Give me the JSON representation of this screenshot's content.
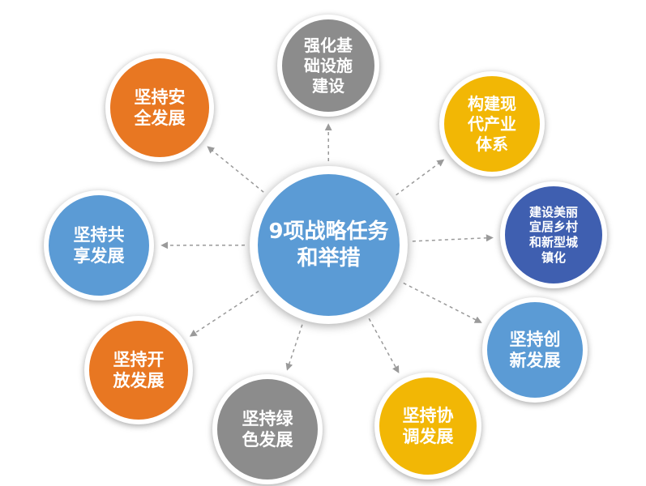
{
  "center": {
    "label": "9项战略任务\n和举措",
    "color": "#5B9BD5"
  },
  "nodes": [
    {
      "id": "infrastructure",
      "label": "强化基\n础设施\n建设",
      "color": "#8C8C8C"
    },
    {
      "id": "industry",
      "label": "构建现\n代产业\n体系",
      "color": "#F2B705"
    },
    {
      "id": "rural",
      "label": "建设美丽\n宜居乡村\n和新型城\n镇化",
      "color": "#3F5FB0"
    },
    {
      "id": "innovation",
      "label": "坚持创\n新发展",
      "color": "#5B9BD5"
    },
    {
      "id": "coordination",
      "label": "坚持协\n调发展",
      "color": "#F2B705"
    },
    {
      "id": "green",
      "label": "坚持绿\n色发展",
      "color": "#8C8C8C"
    },
    {
      "id": "opening",
      "label": "坚持开\n放发展",
      "color": "#E87722"
    },
    {
      "id": "sharing",
      "label": "坚持共\n享发展",
      "color": "#5B9BD5"
    },
    {
      "id": "security",
      "label": "坚持安\n全发展",
      "color": "#E87722"
    }
  ],
  "connector_color": "#9A9A9A"
}
